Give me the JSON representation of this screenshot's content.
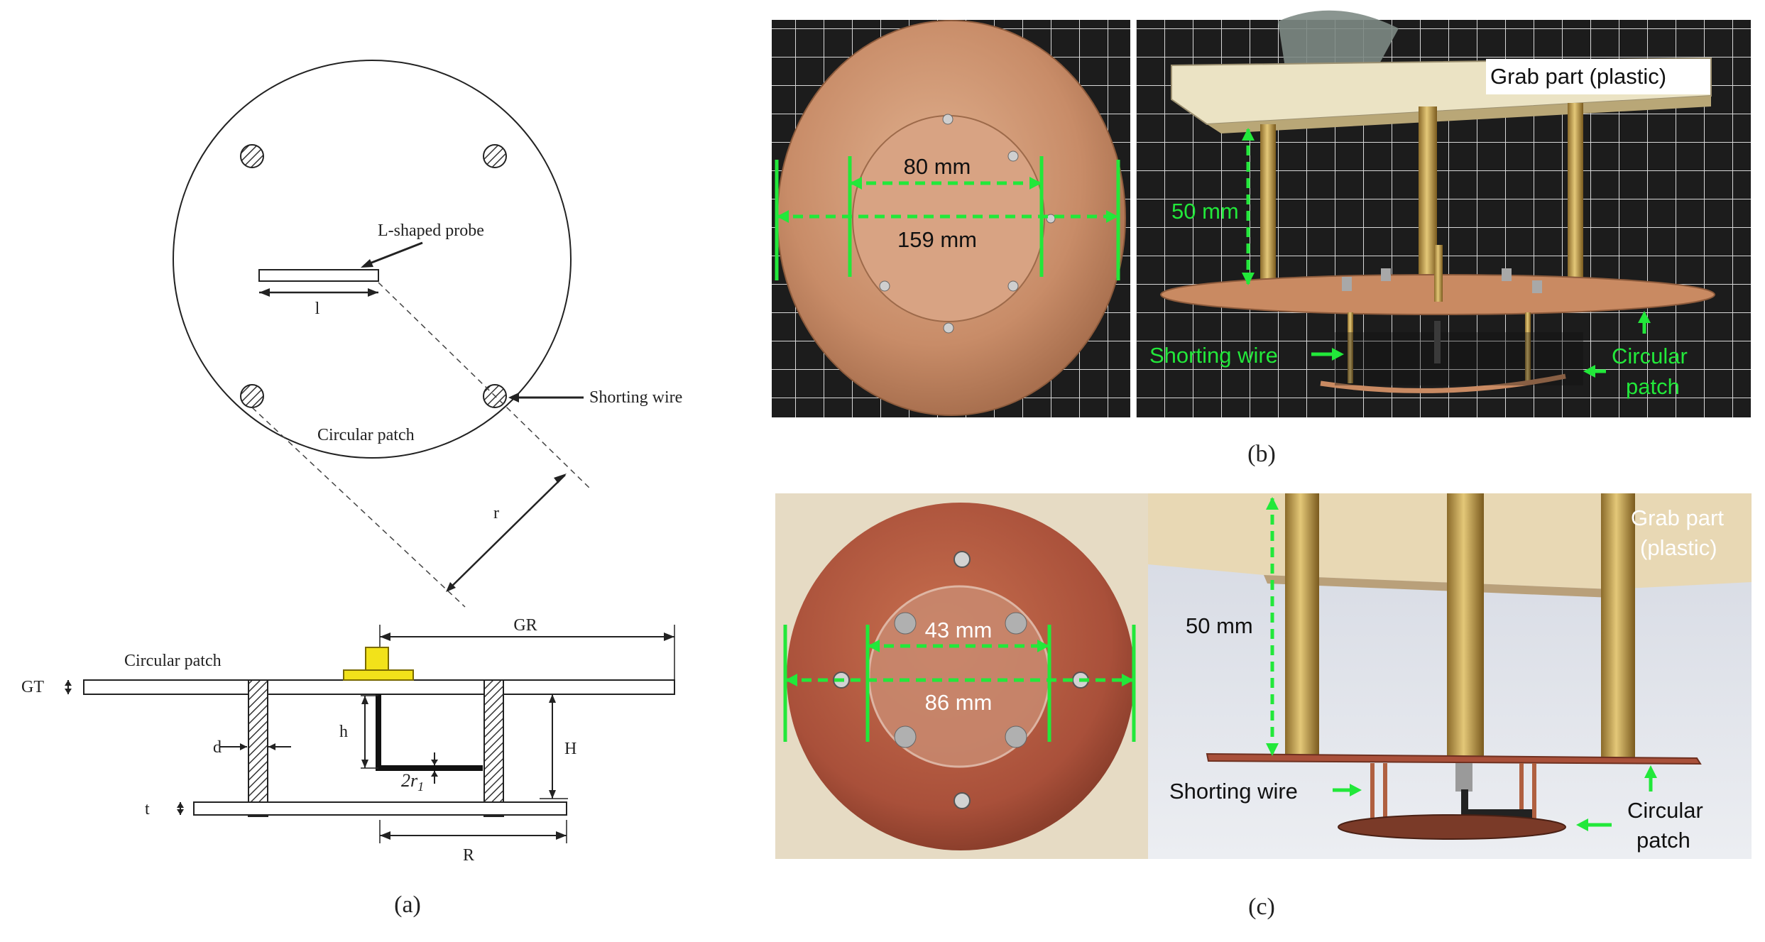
{
  "panel_a": {
    "label": "(a)",
    "top_view": {
      "probe_label": "L-shaped probe",
      "length_label": "l",
      "shorting_label": "Shorting wire",
      "patch_label": "Circular patch",
      "radius_label": "r"
    },
    "side_view": {
      "patch_label": "Circular patch",
      "GR": "GR",
      "GT": "GT",
      "d": "d",
      "h": "h",
      "r1": "2r",
      "r1_sub": "1",
      "H": "H",
      "t": "t",
      "R": "R"
    }
  },
  "panel_b": {
    "label": "(b)",
    "dim_inner": "80 mm",
    "dim_outer": "159 mm",
    "grab": "Grab part (plastic)",
    "height": "50 mm",
    "shorting": "Shorting wire",
    "circular_1": "Circular",
    "circular_2": "patch"
  },
  "panel_c": {
    "label": "(c)",
    "dim_inner": "43 mm",
    "dim_outer": "86 mm",
    "grab_1": "Grab part",
    "grab_2": "(plastic)",
    "height": "50 mm",
    "shorting": "Shorting wire",
    "circular_1": "Circular",
    "circular_2": "patch"
  },
  "colors": {
    "annotation_green": "#22e83a",
    "copper": "#c98a62",
    "brass": "#c4a24d",
    "probe_yellow": "#f2e21a"
  }
}
